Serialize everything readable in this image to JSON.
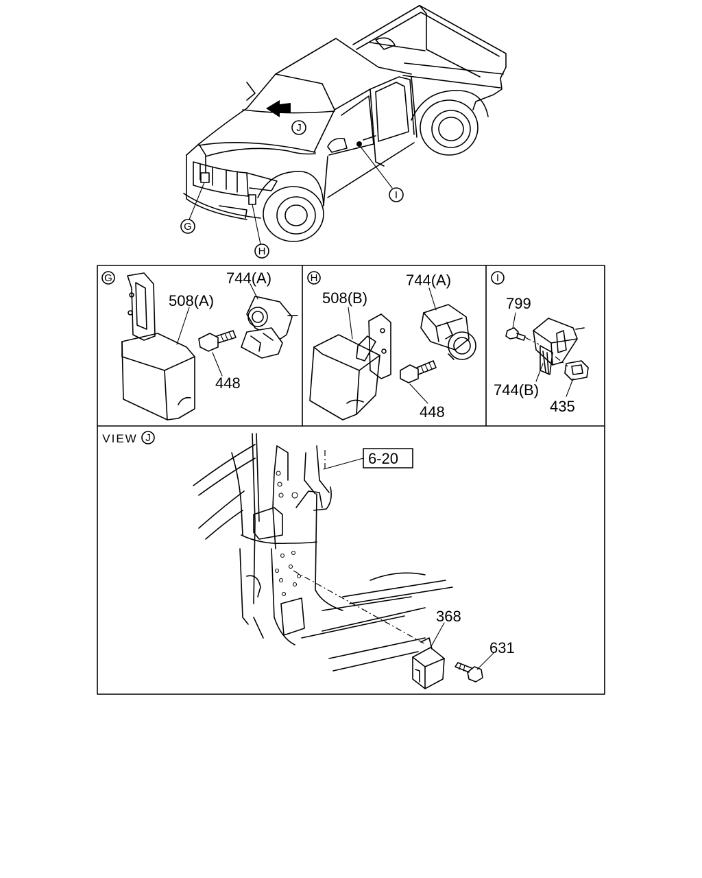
{
  "callouts": {
    "G": "G",
    "H": "H",
    "I": "I",
    "J": "J"
  },
  "panels": {
    "g": {
      "letter": "G",
      "parts": {
        "bracket": "508(A)",
        "sensor": "744(A)",
        "bolt": "448"
      }
    },
    "h": {
      "letter": "H",
      "parts": {
        "bracket": "508(B)",
        "sensor": "744(A)",
        "bolt": "448"
      }
    },
    "i": {
      "letter": "I",
      "parts": {
        "screw": "799",
        "sensor": "744(B)",
        "connector": "435"
      }
    },
    "view": {
      "prefix": "VIEW",
      "letter": "J",
      "ref_box": "6-20",
      "parts": {
        "module": "368",
        "bolt": "631"
      }
    }
  }
}
